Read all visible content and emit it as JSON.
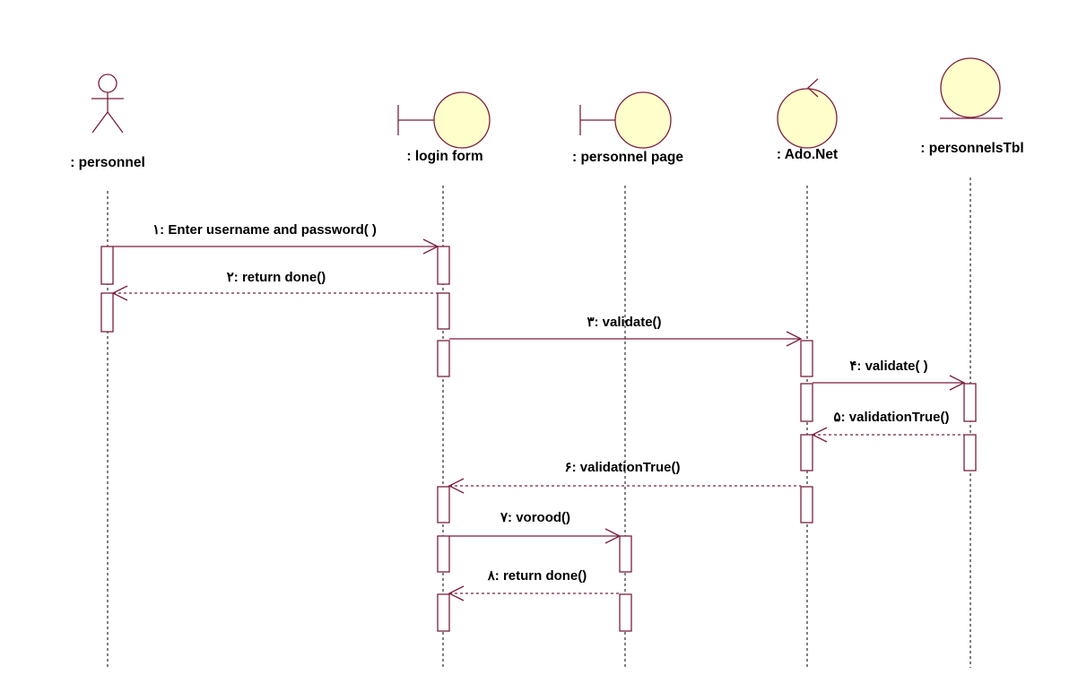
{
  "diagram": {
    "type": "sequence",
    "participants": [
      {
        "id": "personnel",
        "label": ": personnel",
        "kind": "actor"
      },
      {
        "id": "login_form",
        "label": ": login form",
        "kind": "boundary"
      },
      {
        "id": "personnel_page",
        "label": ": personnel page",
        "kind": "boundary"
      },
      {
        "id": "ado_net",
        "label": ": Ado.Net",
        "kind": "control"
      },
      {
        "id": "personnels_tbl",
        "label": ": personnelsTbl",
        "kind": "entity"
      }
    ],
    "messages": [
      {
        "label": "۱: Enter username and password( )",
        "from": "personnel",
        "to": "login_form",
        "style": "call"
      },
      {
        "label": "۲: return done()",
        "from": "login_form",
        "to": "personnel",
        "style": "return"
      },
      {
        "label": "۳: validate()",
        "from": "login_form",
        "to": "ado_net",
        "style": "call"
      },
      {
        "label": "۴: validate( )",
        "from": "ado_net",
        "to": "personnels_tbl",
        "style": "call"
      },
      {
        "label": "۵: validationTrue()",
        "from": "personnels_tbl",
        "to": "ado_net",
        "style": "return"
      },
      {
        "label": "۶: validationTrue()",
        "from": "ado_net",
        "to": "login_form",
        "style": "return"
      },
      {
        "label": "۷: vorood()",
        "from": "login_form",
        "to": "personnel_page",
        "style": "call"
      },
      {
        "label": "۸: return done()",
        "from": "personnel_page",
        "to": "login_form",
        "style": "return"
      }
    ],
    "colors": {
      "line": "#7a1f3d",
      "fill": "#ffffcc",
      "lifeline": "#000000",
      "text": "#000000"
    }
  }
}
